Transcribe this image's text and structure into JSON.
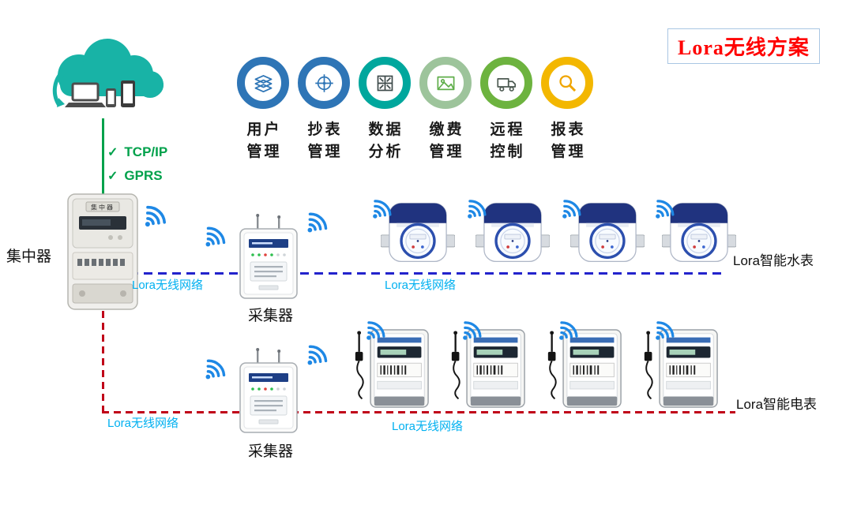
{
  "title": "Lora无线方案",
  "protocols": {
    "check": "✓",
    "items": [
      "TCP/IP",
      "GPRS"
    ]
  },
  "features": [
    {
      "l1": "用户",
      "l2": "管理",
      "icon": "layers-icon",
      "color": "#2e75b6"
    },
    {
      "l1": "抄表",
      "l2": "管理",
      "icon": "meter-dial-icon",
      "color": "#2e75b6"
    },
    {
      "l1": "数据",
      "l2": "分析",
      "icon": "data-grid-icon",
      "color": "#00a79d"
    },
    {
      "l1": "缴费",
      "l2": "管理",
      "icon": "payment-icon",
      "color": "#9dc49b"
    },
    {
      "l1": "远程",
      "l2": "控制",
      "icon": "truck-icon",
      "color": "#6db33f"
    },
    {
      "l1": "报表",
      "l2": "管理",
      "icon": "magnifier-icon",
      "color": "#f3b700"
    }
  ],
  "labels": {
    "concentrator": "集中器",
    "collector_top": "采集器",
    "collector_bottom": "采集器",
    "water_meter": "Lora智能水表",
    "electric_meter": "Lora智能电表"
  },
  "network_labels": {
    "blue_left": "Lora无线网络",
    "blue_right": "Lora无线网络",
    "red_left": "Lora无线网络",
    "red_right": "Lora无线网络"
  },
  "device_texts": {
    "concentrator_plate": "集中器"
  },
  "colors": {
    "title_red": "#ff0000",
    "title_border": "#a9c6e3",
    "check_green": "#00a14b",
    "cloud_teal": "#18b3a6",
    "wifi_blue": "#1e88e5",
    "network_label_cyan": "#00b0f0",
    "line_blue": "#2323cc",
    "line_red": "#c00018",
    "water_meter_navy": "#20337f"
  }
}
